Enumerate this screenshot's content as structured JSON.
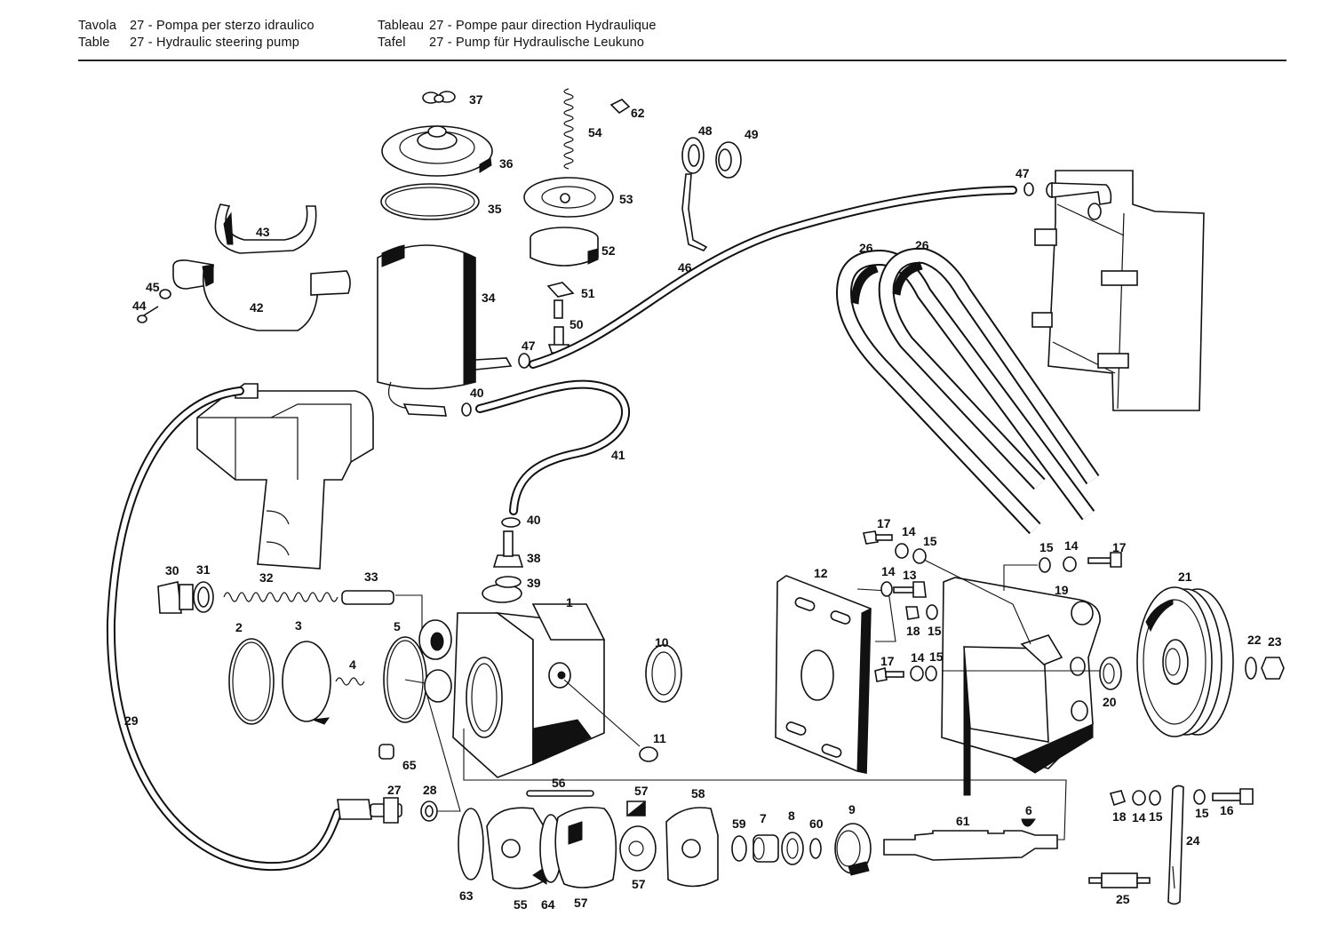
{
  "header": {
    "rows": [
      {
        "name": "Tavola",
        "number": "27",
        "title": "Pompa per sterzo idraulico"
      },
      {
        "name": "Table",
        "number": "27",
        "title": "Hydraulic steering pump"
      },
      {
        "name": "Tableau",
        "number": "27",
        "title": "Pompe paur direction Hydraulique"
      },
      {
        "name": "Tafel",
        "number": "27",
        "title": "Pump für Hydraulische Leukuno"
      }
    ],
    "separator": " - "
  },
  "parts": {
    "p1": "1",
    "p2": "2",
    "p3": "3",
    "p4": "4",
    "p5": "5",
    "p6": "6",
    "p7": "7",
    "p8": "8",
    "p9": "9",
    "p10": "10",
    "p11": "11",
    "p12": "12",
    "p13": "13",
    "p14a": "14",
    "p14b": "14",
    "p14c": "14",
    "p14d": "14",
    "p14e": "14",
    "p15a": "15",
    "p15b": "15",
    "p15c": "15",
    "p15d": "15",
    "p15e": "15",
    "p15f": "15",
    "p16": "16",
    "p17a": "17",
    "p17b": "17",
    "p17c": "17",
    "p18a": "18",
    "p18b": "18",
    "p19": "19",
    "p20": "20",
    "p21": "21",
    "p22": "22",
    "p23": "23",
    "p24": "24",
    "p25": "25",
    "p26a": "26",
    "p26b": "26",
    "p27": "27",
    "p28": "28",
    "p29": "29",
    "p30": "30",
    "p31": "31",
    "p32": "32",
    "p33": "33",
    "p34": "34",
    "p35": "35",
    "p36": "36",
    "p37": "37",
    "p38": "38",
    "p39": "39",
    "p40a": "40",
    "p40b": "40",
    "p41": "41",
    "p42": "42",
    "p43": "43",
    "p44": "44",
    "p45": "45",
    "p46": "46",
    "p47a": "47",
    "p47b": "47",
    "p47c": "47",
    "p48": "48",
    "p49": "49",
    "p50": "50",
    "p51": "51",
    "p52": "52",
    "p53": "53",
    "p54": "54",
    "p55": "55",
    "p56": "56",
    "p57a": "57",
    "p57b": "57",
    "p57c": "57",
    "p58": "58",
    "p59": "59",
    "p60": "60",
    "p61": "61",
    "p62": "62",
    "p63": "63",
    "p64": "64",
    "p65": "65"
  }
}
